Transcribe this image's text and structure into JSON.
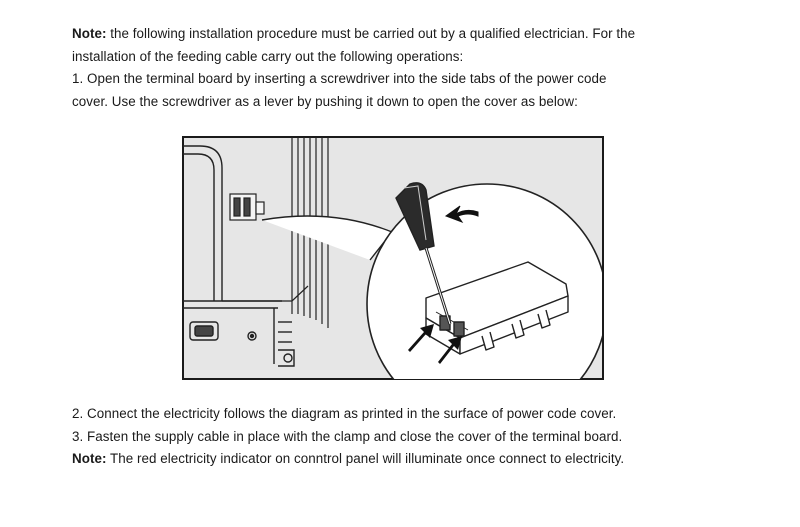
{
  "intro": {
    "note_label": "Note:",
    "note_line1": " the following installation procedure must be carried out by a qualified electrician. For the",
    "note_line2": "installation of the feeding cable carry out the following operations:"
  },
  "steps": [
    {
      "line1": "1. Open the terminal board by inserting a screwdriver into the side tabs of the power code",
      "line2": "cover. Use the screwdriver as a lever by pushing it down to open the cover as below:"
    },
    {
      "line1": "2. Connect the electricity follows the diagram as printed in the surface of power code cover."
    },
    {
      "line1": "3. Fasten the supply cable in place with the clamp and close the cover of the terminal board."
    }
  ],
  "final_note": {
    "label": "Note:",
    "text": " The red electricity indicator on conntrol panel will illuminate once connect to electricity."
  },
  "colors": {
    "text": "#1a1a1a",
    "figure_background": "#e6e6e6",
    "figure_border": "#1a1a1a",
    "line_art": "#222222"
  }
}
